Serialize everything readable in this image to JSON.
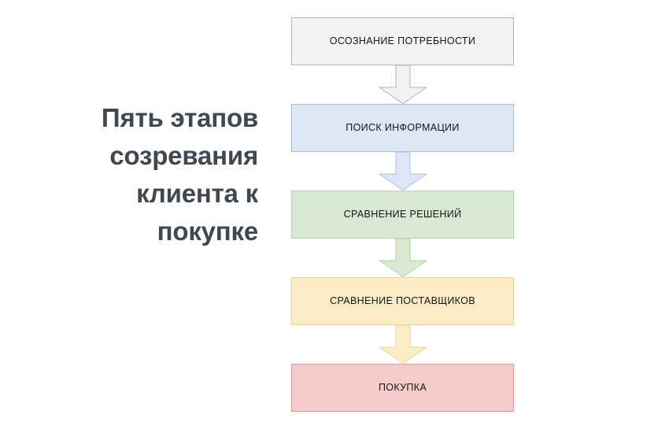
{
  "title": {
    "text": "Пять этапов созревания клиента к покупке",
    "lines": [
      "Пять",
      "этапов",
      "созревания",
      "клиента",
      "к",
      "покупке"
    ],
    "color": "#3d4850"
  },
  "flow": {
    "type": "vertical-process-flow",
    "stage_count": 5,
    "stages": [
      {
        "index": 1,
        "label": "ОСОЗНАНИЕ ПОТРЕБНОСТИ",
        "fill": "#f2f2f2",
        "border": "#b3b3b3",
        "text_color": "#141414"
      },
      {
        "index": 2,
        "label": "ПОИСК ИНФОРМАЦИИ",
        "fill": "#dce6f5",
        "border": "#a9bede",
        "text_color": "#141414"
      },
      {
        "index": 3,
        "label": "СРАВНЕНИЕ РЕШЕНИЙ",
        "fill": "#d9e8d2",
        "border": "#b6d2aa",
        "text_color": "#141414"
      },
      {
        "index": 4,
        "label": "СРАВНЕНИЕ ПОСТАВЩИКОВ",
        "fill": "#fcecc6",
        "border": "#e8d396",
        "text_color": "#141414"
      },
      {
        "index": 5,
        "label": "ПОКУПКА",
        "fill": "#f6cccb",
        "border": "#dd9a99",
        "text_color": "#141414"
      }
    ],
    "arrows": [
      {
        "from": 1,
        "to": 2,
        "icon": "arrow-down-icon",
        "fill": "#f2f2f2",
        "border": "#b3b3b3"
      },
      {
        "from": 2,
        "to": 3,
        "icon": "arrow-down-icon",
        "fill": "#dce6f5",
        "border": "#a9bede"
      },
      {
        "from": 3,
        "to": 4,
        "icon": "arrow-down-icon",
        "fill": "#d9e8d2",
        "border": "#b6d2aa"
      },
      {
        "from": 4,
        "to": 5,
        "icon": "arrow-down-icon",
        "fill": "#fcecc6",
        "border": "#e8d396"
      }
    ]
  },
  "background": "#ffffff"
}
